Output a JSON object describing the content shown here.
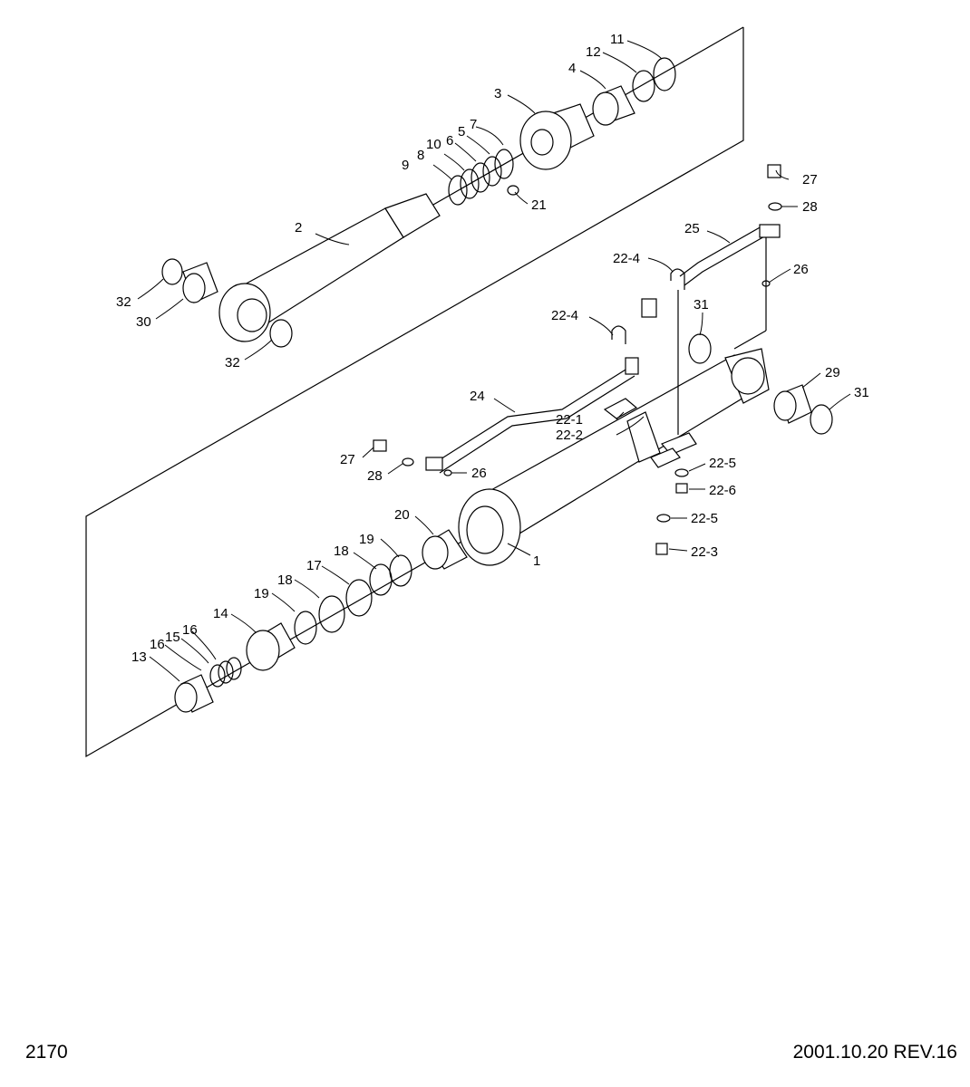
{
  "page_number": "2170",
  "revision": "2001.10.20 REV.16",
  "callouts": {
    "c1": "1",
    "c2": "2",
    "c3": "3",
    "c4": "4",
    "c5": "5",
    "c6": "6",
    "c7": "7",
    "c8": "8",
    "c9": "9",
    "c10": "10",
    "c11": "11",
    "c12": "12",
    "c13": "13",
    "c14": "14",
    "c15": "15",
    "c16a": "16",
    "c16b": "16",
    "c17": "17",
    "c18a": "18",
    "c18b": "18",
    "c19a": "19",
    "c19b": "19",
    "c20": "20",
    "c21": "21",
    "c22_1": "22-1",
    "c22_2": "22-2",
    "c22_3": "22-3",
    "c22_4a": "22-4",
    "c22_4b": "22-4",
    "c22_5a": "22-5",
    "c22_5b": "22-5",
    "c22_6": "22-6",
    "c24": "24",
    "c25": "25",
    "c26a": "26",
    "c26b": "26",
    "c27a": "27",
    "c27b": "27",
    "c28a": "28",
    "c28b": "28",
    "c29": "29",
    "c30": "30",
    "c31a": "31",
    "c31b": "31",
    "c32a": "32",
    "c32b": "32"
  }
}
